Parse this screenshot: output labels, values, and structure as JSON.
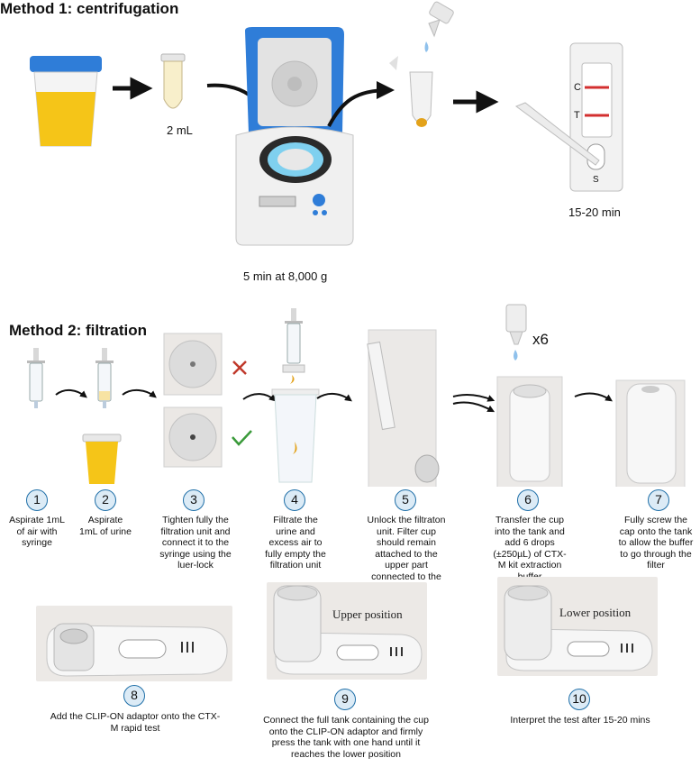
{
  "method1": {
    "title": "Method 1: centrifugation",
    "volume_label": "2 mL",
    "centrifuge_label": "5 min at 8,000 g",
    "test_time_label": "15-20 min",
    "cassette": {
      "control_letter": "C",
      "test_letter": "T",
      "sample_letter": "S"
    }
  },
  "method2": {
    "title": "Method 2: filtration",
    "drops_label": "x6",
    "steps": [
      {
        "number": "1",
        "text": "Aspirate 1mL of air with syringe"
      },
      {
        "number": "2",
        "text": "Aspirate 1mL of urine"
      },
      {
        "number": "3",
        "text": "Tighten fully the filtration unit and connect it to the syringe using the luer-lock"
      },
      {
        "number": "4",
        "text": "Filtrate the urine and excess air to fully empty the filtration unit"
      },
      {
        "number": "5",
        "text": "Unlock the filtraton unit. Filter cup should remain attached to the upper part connected to the syringe"
      },
      {
        "number": "6",
        "text": "Transfer the cup into the tank and add 6 drops (±250µL) of CTX-M kit extraction buffer"
      },
      {
        "number": "7",
        "text": "Fully screw the cap onto the tank to allow the buffer to go through the filter"
      },
      {
        "number": "8",
        "text": "Add the CLIP-ON adaptor onto the CTX-M rapid test"
      },
      {
        "number": "9",
        "text": "Connect the full tank containing the cup onto the CLIP-ON adaptor and firmly press the tank with one hand until it reaches the lower position"
      },
      {
        "number": "10",
        "text": "Interpret the test after 15-20 mins"
      }
    ],
    "photo_labels": {
      "upper": "Upper position",
      "lower": "Lower position"
    }
  },
  "colors": {
    "urine": "#f5c518",
    "cap_blue": "#2f7dd8",
    "arrow": "#111111",
    "step_ring": "#1f6fa8",
    "cross": "#c0392b",
    "check": "#3a9a3a",
    "line_red": "#d32f2f"
  },
  "icons": [
    "urine-cup-icon",
    "tube-icon",
    "centrifuge-icon",
    "dropper-icon",
    "rapid-test-icon",
    "syringe-icon",
    "cross-icon",
    "check-icon"
  ]
}
